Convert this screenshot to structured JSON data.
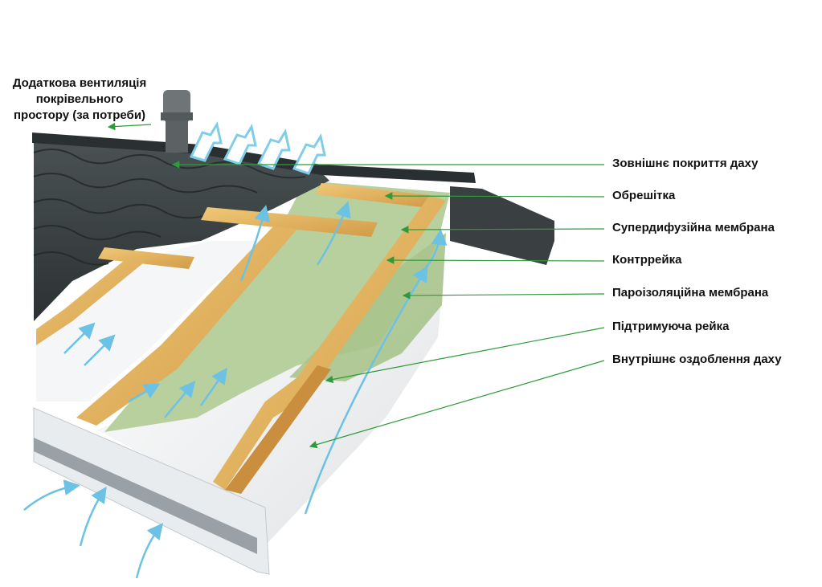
{
  "vent_label": {
    "lines": [
      "Додаткова вентиляція",
      "покрівельного",
      "простору (за потреби)"
    ]
  },
  "labels": {
    "outer_covering": "Зовнішнє покриття даху",
    "battens": "Обрешітка",
    "superdiffusion_membrane": "Супердифузійна мембрана",
    "counter_batten": "Контррейка",
    "vapor_barrier": "Пароізоляційна мембрана",
    "support_rail": "Підтримуюча рейка",
    "inner_finish": "Внутрішнє оздоблення даху"
  },
  "colors": {
    "leader_line": "#2e9b3a",
    "roof_tile": "#3d4446",
    "wood": "#e2b25e",
    "membrane_green": "#b8cf9e",
    "airflow": "#7fcde8",
    "inner_white": "#f2f3f4"
  }
}
